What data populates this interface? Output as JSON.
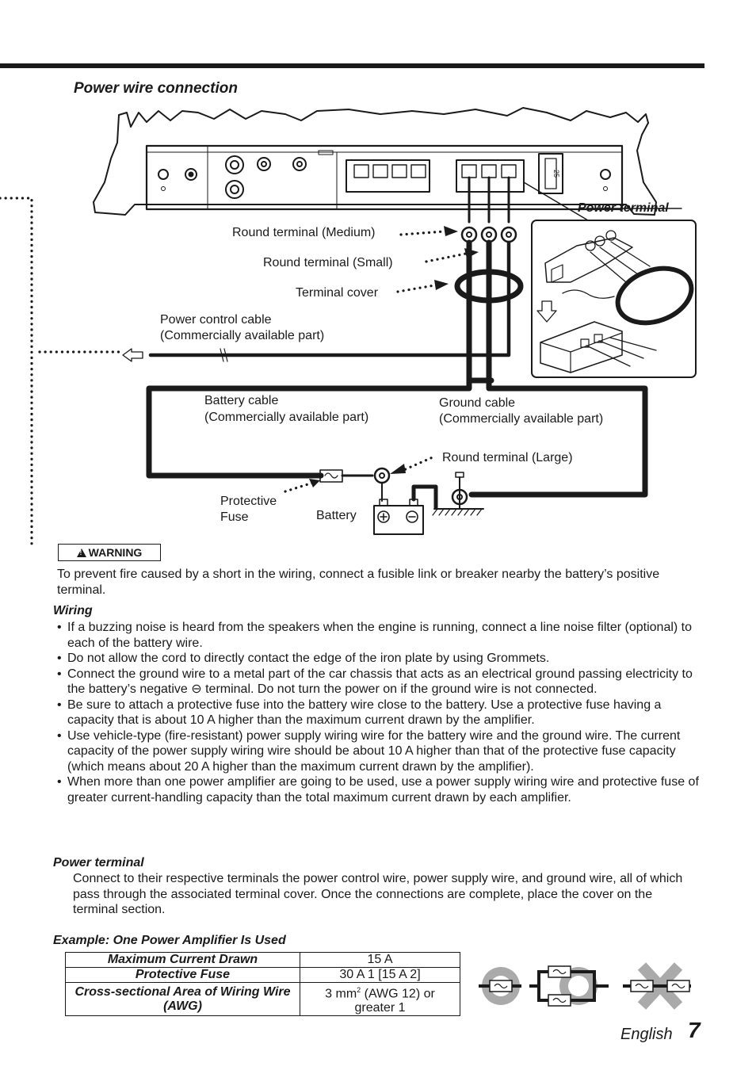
{
  "section_title": "Power wire connection",
  "diagram": {
    "power_terminal_label": "Power terminal",
    "round_terminal_medium": "Round terminal (Medium)",
    "round_terminal_small": "Round terminal (Small)",
    "terminal_cover": "Terminal cover",
    "power_control_cable_1": "Power control cable",
    "power_control_cable_2": "(Commercially available part)",
    "battery_cable_1": "Battery cable",
    "battery_cable_2": "(Commercially available part)",
    "ground_cable_1": "Ground cable",
    "ground_cable_2": "(Commercially available part)",
    "round_terminal_large": "Round terminal (Large)",
    "protective_fuse_1": "Protective",
    "protective_fuse_2": "Fuse",
    "battery": "Battery",
    "fuse_rating": "25"
  },
  "warning": {
    "label": "WARNING",
    "text": "To prevent fire caused by a short in the wiring, connect a fusible link or breaker nearby the battery’s positive terminal."
  },
  "wiring": {
    "heading": "Wiring",
    "items": [
      "If a buzzing noise is heard from the speakers when the engine is running, connect a line noise filter (optional) to each of the battery wire.",
      "Do not allow the cord to directly contact the edge of the iron plate by using Grommets.",
      "Connect the ground wire to a metal part of the car chassis that acts as an electrical ground passing electricity to the battery’s negative ⊖ terminal. Do not turn the power on if the ground wire is not connected.",
      "Be sure to attach a protective fuse into the battery wire close to the battery. Use a protective fuse having a capacity that is about 10 A higher than the maximum current drawn by the amplifier.",
      "Use vehicle-type (fire-resistant) power supply wiring wire for the battery wire and the ground wire. The current capacity of the power supply wiring wire should be about 10 A higher than that of the protective fuse capacity (which means about 20 A higher than the maximum current drawn by the amplifier).",
      "When more than one power amplifier are going to be used, use a power supply wiring wire and protective fuse of greater current-handling capacity than the total maximum current drawn by each amplifier."
    ]
  },
  "power_terminal": {
    "heading": "Power terminal",
    "text": "Connect to their respective terminals the power control wire, power supply wire, and ground wire, all of which pass through the associated terminal cover. Once the connections are complete, place the cover on the terminal section."
  },
  "example": {
    "heading": "Example: One Power Amplifier Is Used",
    "rows": [
      {
        "key": "Maximum Current Drawn",
        "value": "15 A"
      },
      {
        "key": "Protective Fuse",
        "value": "30 A    1 [15 A    2]"
      },
      {
        "key": "Cross-sectional Area of Wiring Wire (AWG)",
        "value_pre": "3 mm",
        "value_sup": "2",
        "value_post": " (AWG 12) or greater    1"
      }
    ]
  },
  "footer": {
    "language": "English",
    "page_number": "7"
  }
}
